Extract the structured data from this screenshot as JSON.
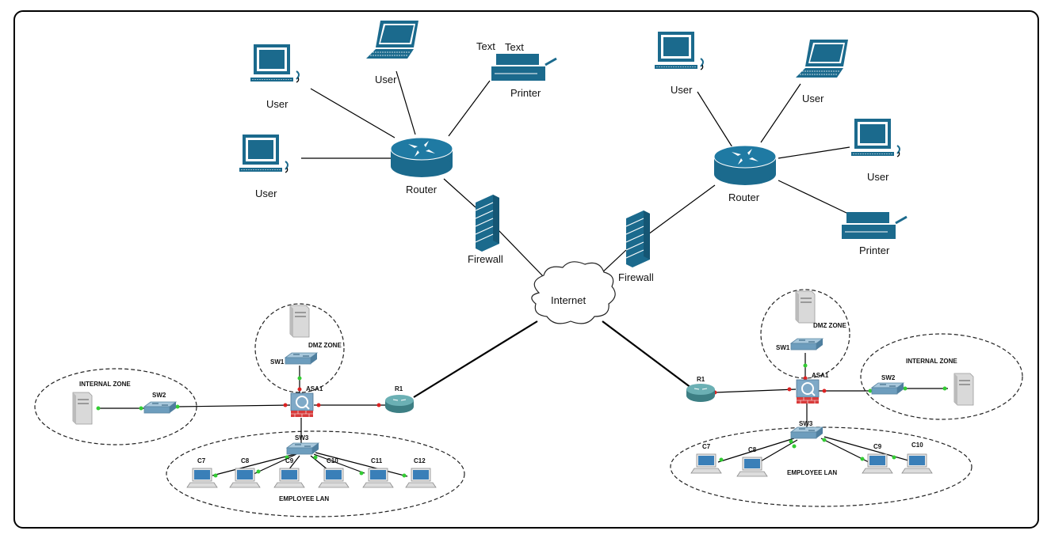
{
  "colors": {
    "icon_blue": "#1b6a8d",
    "frame": "#000000",
    "status_green": "#33cc33",
    "status_red": "#dd2222"
  },
  "labels": {
    "user": "User",
    "printer": "Printer",
    "router": "Router",
    "firewall": "Firewall",
    "internet": "Internet",
    "text": "Text"
  },
  "pt_left": {
    "dmz_zone": "DMZ ZONE",
    "internal_zone": "INTERNAL ZONE",
    "employee_lan": "EMPLOYEE LAN",
    "sw1": "SW1",
    "sw2": "SW2",
    "sw3": "SW3",
    "asa": "ASA1",
    "r1": "R1",
    "pcs": [
      "C7",
      "C8",
      "C9",
      "C10",
      "C11",
      "C12"
    ]
  },
  "pt_right": {
    "dmz_zone": "DMZ ZONE",
    "internal_zone": "INTERNAL ZONE",
    "employee_lan": "EMPLOYEE LAN",
    "sw1": "SW1",
    "sw2": "SW2",
    "sw3": "SW3",
    "asa": "ASA1",
    "r1": "R1",
    "pcs": [
      "C7",
      "C8",
      "C9",
      "C10"
    ]
  }
}
